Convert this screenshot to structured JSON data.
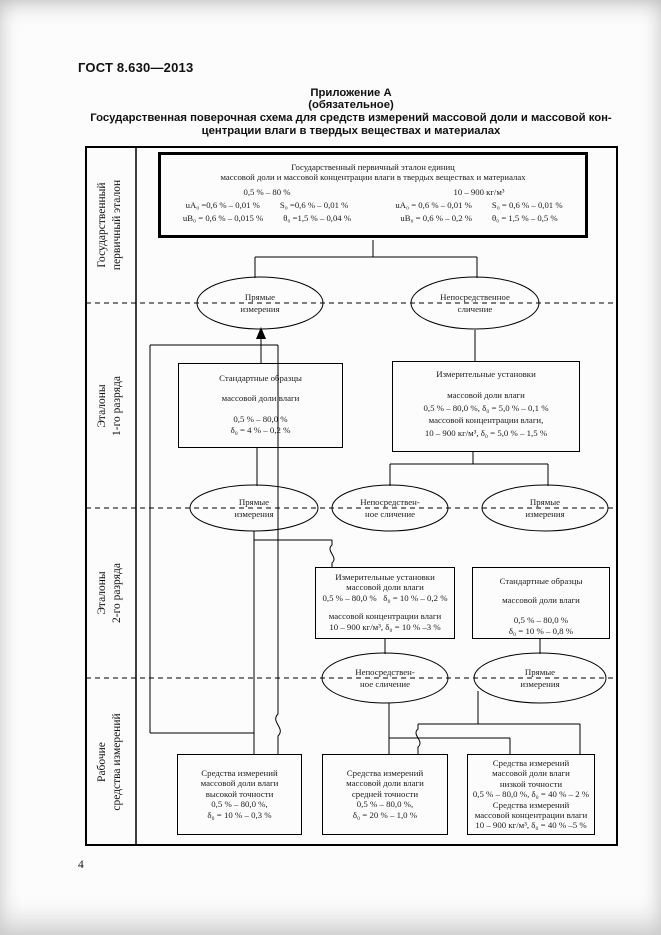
{
  "page": {
    "doc_code": "ГОСТ 8.630—2013",
    "page_number": "4",
    "appendix": {
      "label": "Приложение А",
      "note": "(обязательное)",
      "title_line1": "Государственная поверочная схема для средств измерений массовой доли и массовой кон-",
      "title_line2": "центрации влаги в твердых веществах и материалах"
    }
  },
  "tier_labels": [
    {
      "line1": "Государственный",
      "line2": "первичный эталон"
    },
    {
      "line1": "Эталоны",
      "line2": "1-го разряда"
    },
    {
      "line1": "Эталоны",
      "line2": "2-го разряда"
    },
    {
      "line1": "Рабочие",
      "line2": "средства измерений"
    }
  ],
  "primary_standard": {
    "title_line1": "Государственный первичный эталон единиц",
    "title_line2": "массовой доли и массовой концентрации влаги в твердых веществах и материалах",
    "left": {
      "range": "0,5 % – 80 %",
      "row1a": "uА₀ =0,6 % – 0,01 %",
      "row1b": "S₀ =0,6 % – 0,01 %",
      "row2a": "uВ₀ = 0,6 % – 0,015 %",
      "row2b": "θ₀ =1,5 % – 0,04 %"
    },
    "right": {
      "range": "10 – 900 кг/м³",
      "row1a": "uА₀ = 0,6 % – 0,01 %",
      "row1b": "S₀ = 0,6 % – 0,01 %",
      "row2a": "uВ₀ = 0,6 % – 0,2 %",
      "row2b": "θ₀ = 1,5 % – 0,5 %"
    }
  },
  "methods": {
    "e1": {
      "line1": "Прямые",
      "line2": "измерения"
    },
    "e2": {
      "line1": "Непосредственное",
      "line2": "сличение"
    },
    "e3": {
      "line1": "Прямые",
      "line2": "измерения"
    },
    "e4": {
      "line1": "Непосредствен-",
      "line2": "ное сличение"
    },
    "e5": {
      "line1": "Прямые",
      "line2": "измерения"
    },
    "e6": {
      "line1": "Непосредствен-",
      "line2": "ное сличение"
    },
    "e7": {
      "line1": "Прямые",
      "line2": "измерения"
    }
  },
  "standards_1st": {
    "reference_materials": {
      "l1": "Стандартные образцы",
      "l2": "массовой доли влаги",
      "l3": "0,5 % – 80,0 %",
      "l4": "δ₀ = 4 % – 0,2 %"
    },
    "measuring_installations": {
      "l1": "Измерительные установки",
      "l2": "массовой доли влаги",
      "l3": "0,5 % – 80,0 %, δ₀ = 5,0 % – 0,1 %",
      "l4": "массовой концентрации влаги,",
      "l5": "10 – 900 кг/м³, δ₀ = 5,0 % – 1,5 %"
    }
  },
  "standards_2nd": {
    "measuring_installations": {
      "l1": "Измерительные установки",
      "l2": "массовой доли влаги",
      "l3": "0,5 % – 80,0 %   δ₀ = 10 % – 0,2 %",
      "l4": "массовой концентрации влаги",
      "l5": "10 – 900 кг/м³, δ₀ = 10 % –3 %"
    },
    "reference_materials": {
      "l1": "Стандартные образцы",
      "l2": "массовой доли влаги",
      "l3": "0,5 % – 80,0 %",
      "l4": "δ₀ = 10 % – 0,8 %"
    }
  },
  "working_instruments": {
    "high_accuracy": {
      "l1": "Средства измерений",
      "l2": "массовой доли влаги",
      "l3": "высокой точности",
      "l4": "0,5 % – 80,0 %,",
      "l5": "δ₀ = 10 % – 0,3 %"
    },
    "medium_accuracy": {
      "l1": "Средства измерений",
      "l2": "массовой доли влаги",
      "l3": "средней точности",
      "l4": "0,5 % – 80,0 %,",
      "l5": "δ₀ = 20 % – 1,0 %"
    },
    "low_accuracy": {
      "l1": "Средства измерений",
      "l2": "массовой доли влаги",
      "l3": "низкой точности",
      "l4": "0,5 % – 80,0 %, δ₀ = 40 % – 2 %",
      "l5": "Средства измерений",
      "l6": "массовой концентрации влаги",
      "l7": "10 – 900 кг/м³, δ₀ = 40 % –5 %"
    }
  }
}
